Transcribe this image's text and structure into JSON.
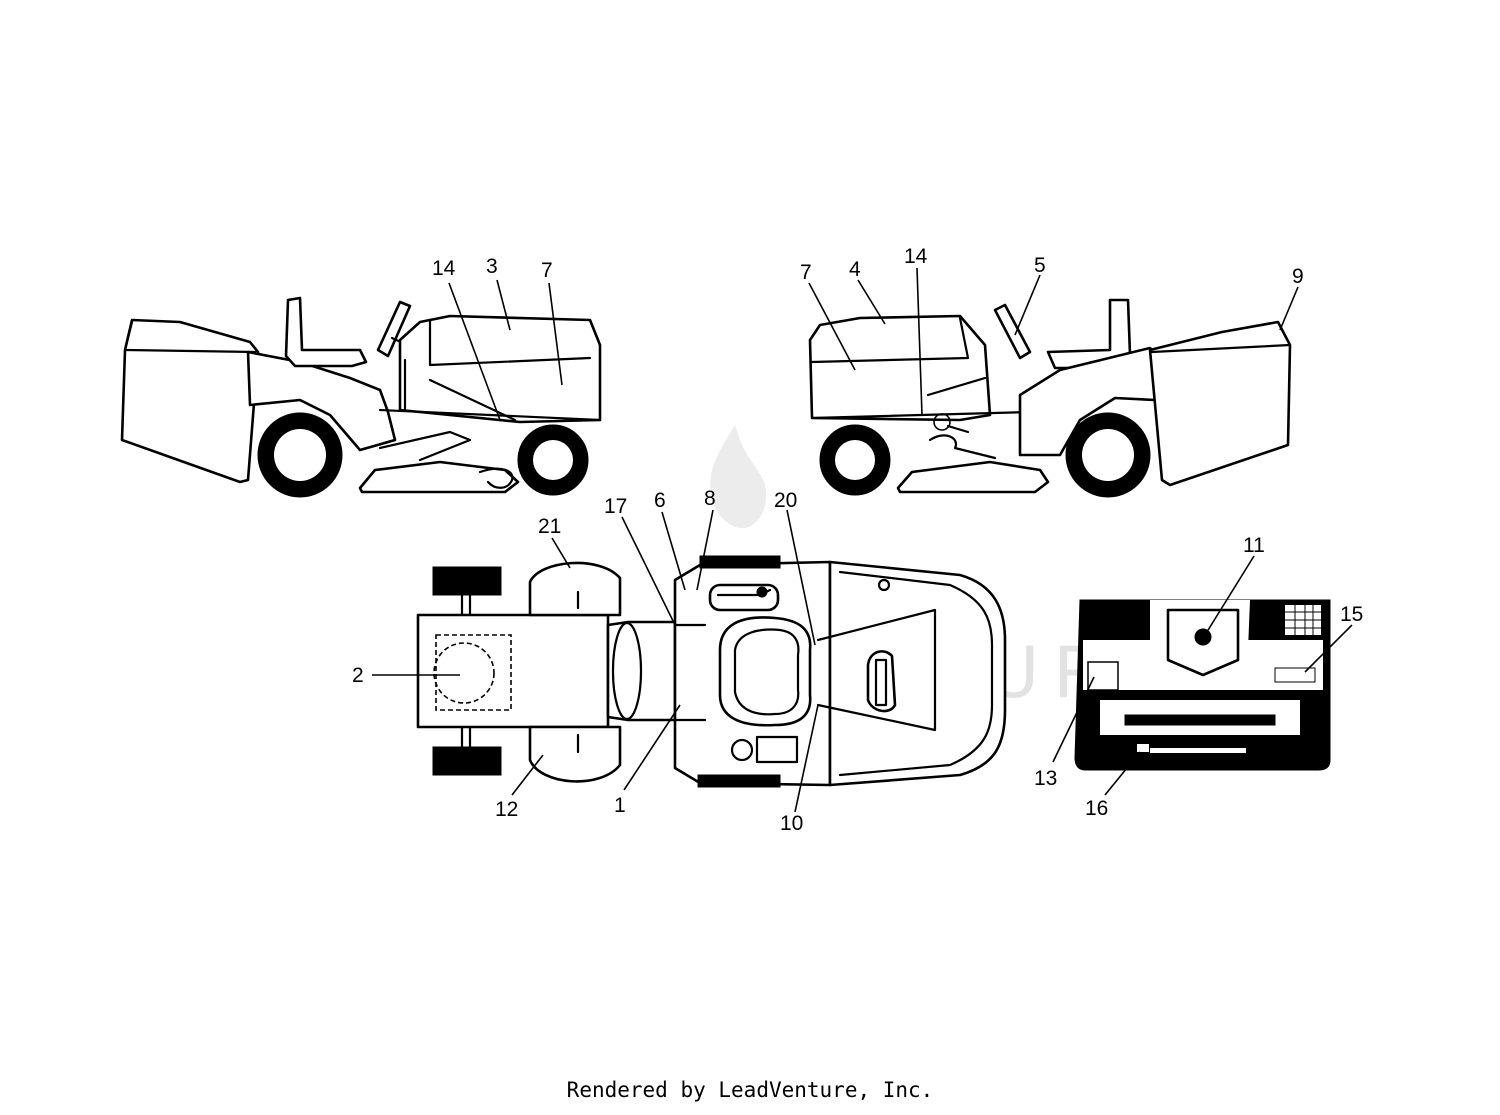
{
  "watermark": "LEADVENTURE",
  "footer": "Rendered by LeadVenture, Inc.",
  "callouts": {
    "c1": "1",
    "c2": "2",
    "c3": "3",
    "c4": "4",
    "c5": "5",
    "c6": "6",
    "c7a": "7",
    "c7b": "7",
    "c8": "8",
    "c9": "9",
    "c10": "10",
    "c11": "11",
    "c12": "12",
    "c13": "13",
    "c14a": "14",
    "c14b": "14",
    "c15": "15",
    "c16": "16",
    "c17": "17",
    "c20": "20",
    "c21": "21"
  }
}
